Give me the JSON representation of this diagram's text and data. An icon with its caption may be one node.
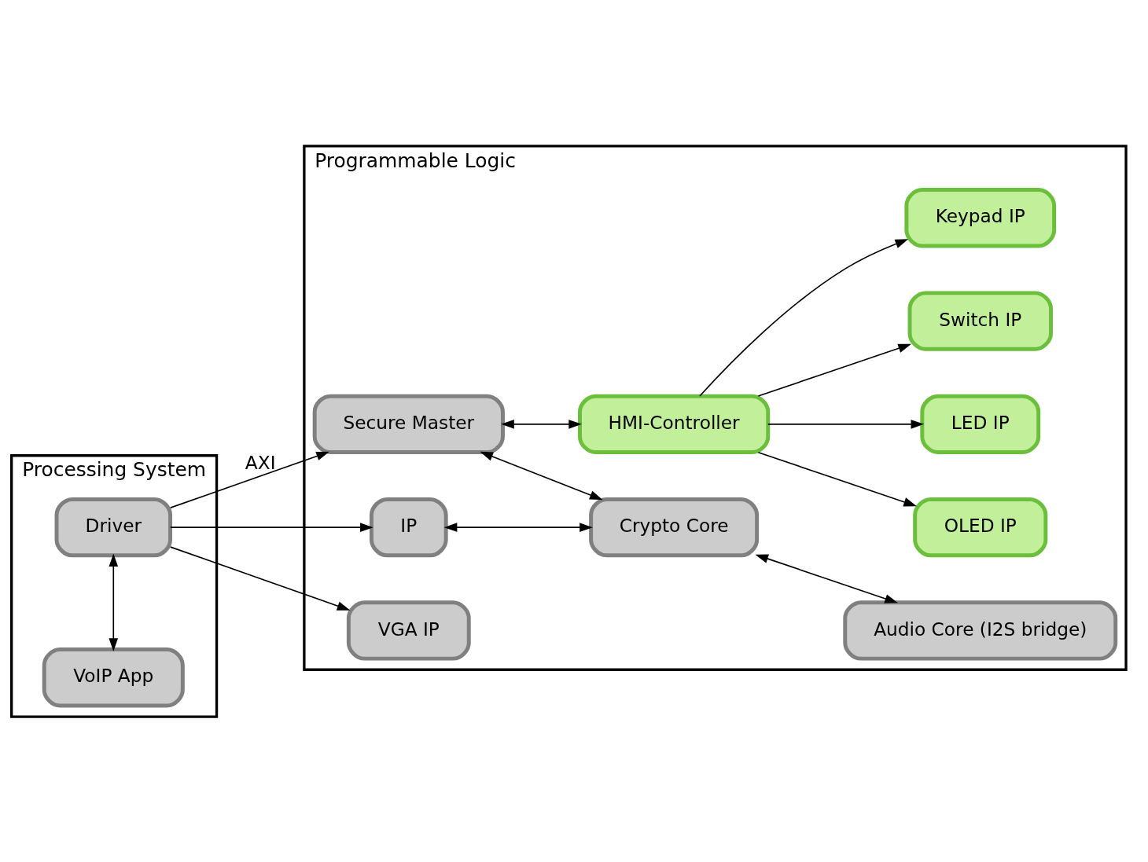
{
  "diagram": {
    "nodes": [
      {
        "text": [
          "Processing System"
        ]
      },
      {
        "text": [
          "Programmable Logic"
        ]
      },
      {
        "text": [
          "Driver"
        ],
        "in": 0
      },
      {
        "text": [
          "VoIP App"
        ],
        "in": 0
      },
      {
        "text": [
          "Secure Master"
        ],
        "in": 1
      },
      {
        "text": [
          "HMI-Controller"
        ],
        "in": 1
      },
      {
        "text": [
          "Keypad IP"
        ],
        "in": 1
      },
      {
        "text": [
          "OLED IP"
        ],
        "in": 1
      },
      {
        "text": [
          "LED IP"
        ],
        "in": 1
      },
      {
        "text": [
          "Switch IP"
        ],
        "in": 1
      },
      {
        "text": [
          "IP"
        ],
        "in": 1
      },
      {
        "text": [
          "Crypto Core"
        ],
        "in": 1
      },
      {
        "text": [
          "Audio Core (I2S bridge)"
        ],
        "in": 1
      },
      {
        "text": [
          "VGA IP"
        ],
        "in": 1
      }
    ],
    "edges": [
      {
        "from": 2,
        "to": 3,
        "arrow": "both"
      },
      {
        "from": 2,
        "to": 4,
        "arrow": "to",
        "label": "AXI"
      },
      {
        "from": 2,
        "to": 10,
        "arrow": "to"
      },
      {
        "from": 2,
        "to": 13,
        "arrow": "to"
      },
      {
        "from": 4,
        "to": 5,
        "arrow": "both"
      },
      {
        "from": 5,
        "to": 6,
        "arrow": "to"
      },
      {
        "from": 5,
        "to": 7,
        "arrow": "to"
      },
      {
        "from": 5,
        "to": 8,
        "arrow": "to"
      },
      {
        "from": 5,
        "to": 9,
        "arrow": "to"
      },
      {
        "from": 4,
        "to": 11,
        "arrow": "both"
      },
      {
        "from": 10,
        "to": 11,
        "arrow": "both"
      },
      {
        "from": 11,
        "to": 12,
        "arrow": "both"
      }
    ]
  }
}
